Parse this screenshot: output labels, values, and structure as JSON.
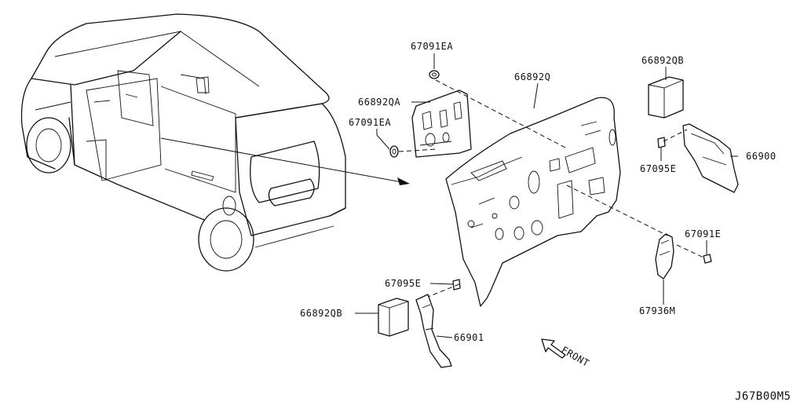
{
  "diagram_code": "J67B00M5",
  "front_label": "FRONT",
  "parts": {
    "p67091EA_top": "67091EA",
    "p66892QA": "66892QA",
    "p67091EA_mid": "67091EA",
    "p66892Q": "66892Q",
    "p66892QB_top": "66892QB",
    "p67095E_right": "67095E",
    "p66900": "66900",
    "p67091E": "67091E",
    "p67936M": "67936M",
    "p67095E_left": "67095E",
    "p66892QB_bottom": "66892QB",
    "p66901": "66901"
  }
}
